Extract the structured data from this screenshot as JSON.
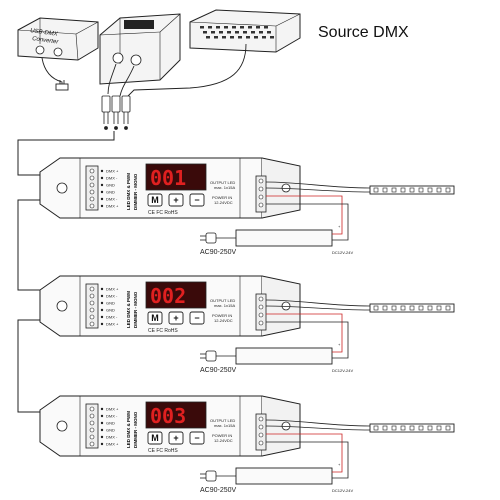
{
  "title": "Source DMX",
  "converter": {
    "label_line1": "USB-DMX",
    "label_line2": "Converter"
  },
  "modules": [
    {
      "address": "001",
      "dmx_pins": [
        "DMX +",
        "DMX -",
        "GND",
        "GND",
        "DMX -",
        "DMX +"
      ],
      "vertical_label_1": "LED DMX & PWM",
      "vertical_label_2": "DIMMER - MONO",
      "cert": "CE FC RoHS",
      "output_label": "OUTPUT LED",
      "output_spec": "max. 1x15A",
      "power_label": "POWER IN",
      "power_spec": "12-24VDC",
      "ac_label": "AC90-250V",
      "dc_label": "DC12V-24V",
      "btn_m": "M",
      "btn_plus": "+",
      "btn_minus": "−"
    },
    {
      "address": "002",
      "dmx_pins": [
        "DMX +",
        "DMX -",
        "GND",
        "GND",
        "DMX -",
        "DMX +"
      ],
      "vertical_label_1": "LED DMX & PWM",
      "vertical_label_2": "DIMMER - MONO",
      "cert": "CE FC RoHS",
      "output_label": "OUTPUT LED",
      "output_spec": "max. 1x15A",
      "power_label": "POWER IN",
      "power_spec": "12-24VDC",
      "ac_label": "AC90-250V",
      "dc_label": "DC12V-24V",
      "btn_m": "M",
      "btn_plus": "+",
      "btn_minus": "−"
    },
    {
      "address": "003",
      "dmx_pins": [
        "DMX +",
        "DMX -",
        "GND",
        "GND",
        "DMX -",
        "DMX +"
      ],
      "vertical_label_1": "LED DMX & PWM",
      "vertical_label_2": "DIMMER - MONO",
      "cert": "CE FC RoHS",
      "output_label": "OUTPUT LED",
      "output_spec": "max. 1x15A",
      "power_label": "POWER IN",
      "power_spec": "12-24VDC",
      "ac_label": "AC90-250V",
      "dc_label": "DC12V-24V",
      "btn_m": "M",
      "btn_plus": "+",
      "btn_minus": "−"
    }
  ],
  "colors": {
    "segment_red": "#e02020",
    "display_bg": "#3a0a0a",
    "wire": "#222222",
    "positive_wire": "#cc2222"
  }
}
